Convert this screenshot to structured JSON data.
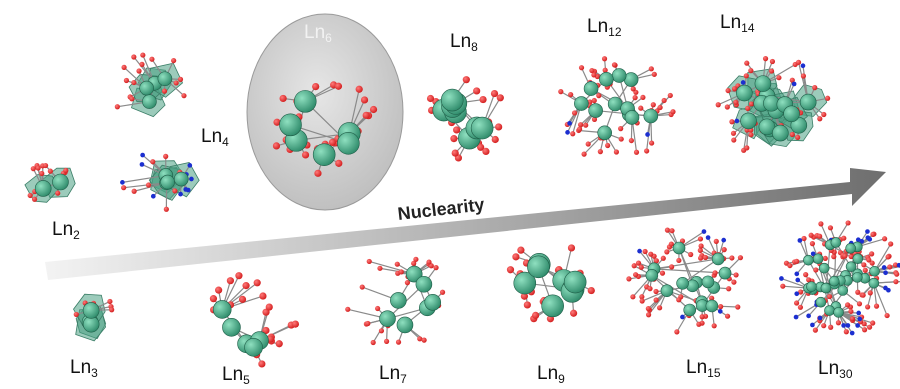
{
  "arrow_label": "Nuclearity",
  "clusters": [
    {
      "prefix": "Ln",
      "sub": "2"
    },
    {
      "prefix": "Ln",
      "sub": "3"
    },
    {
      "prefix": "Ln",
      "sub": "4"
    },
    {
      "prefix": "Ln",
      "sub": "5"
    },
    {
      "prefix": "Ln",
      "sub": "6"
    },
    {
      "prefix": "Ln",
      "sub": "7"
    },
    {
      "prefix": "Ln",
      "sub": "8"
    },
    {
      "prefix": "Ln",
      "sub": "9"
    },
    {
      "prefix": "Ln",
      "sub": "12"
    },
    {
      "prefix": "Ln",
      "sub": "14"
    },
    {
      "prefix": "Ln",
      "sub": "15"
    },
    {
      "prefix": "Ln",
      "sub": "30"
    }
  ],
  "colors": {
    "metal_atom": "#2e8a6a",
    "oxygen_atom": "#d11a1a",
    "nitrogen_atom": "#1c2fd0",
    "bond": "#8a8a8a",
    "polyhedron": "#4aa184",
    "highlight_ellipse": "#bdbdbd",
    "arrow_dark": "#6e6e6e",
    "arrow_light": "#f3f3f3"
  }
}
